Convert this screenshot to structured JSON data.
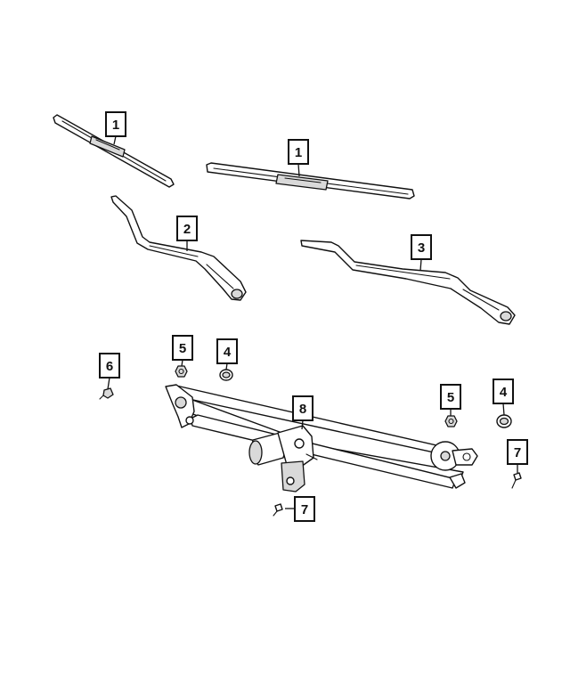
{
  "diagram": {
    "callouts": [
      {
        "id": "c1a",
        "label": "1"
      },
      {
        "id": "c1b",
        "label": "1"
      },
      {
        "id": "c2",
        "label": "2"
      },
      {
        "id": "c3",
        "label": "3"
      },
      {
        "id": "c5a",
        "label": "5"
      },
      {
        "id": "c4a",
        "label": "4"
      },
      {
        "id": "c6",
        "label": "6"
      },
      {
        "id": "c8",
        "label": "8"
      },
      {
        "id": "c5b",
        "label": "5"
      },
      {
        "id": "c4b",
        "label": "4"
      },
      {
        "id": "c7a",
        "label": "7"
      },
      {
        "id": "c7b",
        "label": "7"
      }
    ]
  }
}
